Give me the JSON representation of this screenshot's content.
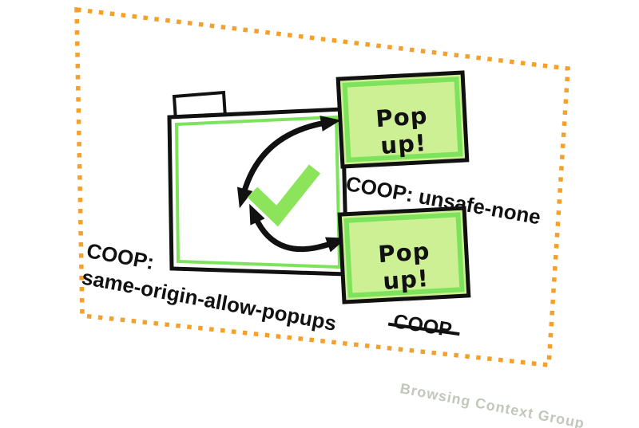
{
  "diagram": {
    "opener_window": {
      "caption_line1": "COOP:",
      "caption_line2": "same-origin-allow-popups"
    },
    "popup_top": {
      "title": "Pop up!",
      "caption": "COOP: unsafe-none"
    },
    "popup_bottom": {
      "title": "Pop up!",
      "caption": "COOP",
      "caption_strikethrough": true
    },
    "watermark": "Browsing Context Group",
    "colors": {
      "boundary_orange": "#F5A02B",
      "accent_green": "#7EE35C",
      "popup_fill_green": "#CEF094",
      "check_green": "#8BE45A",
      "ink": "#111111",
      "watermark_gray": "#ADB5A3"
    }
  }
}
